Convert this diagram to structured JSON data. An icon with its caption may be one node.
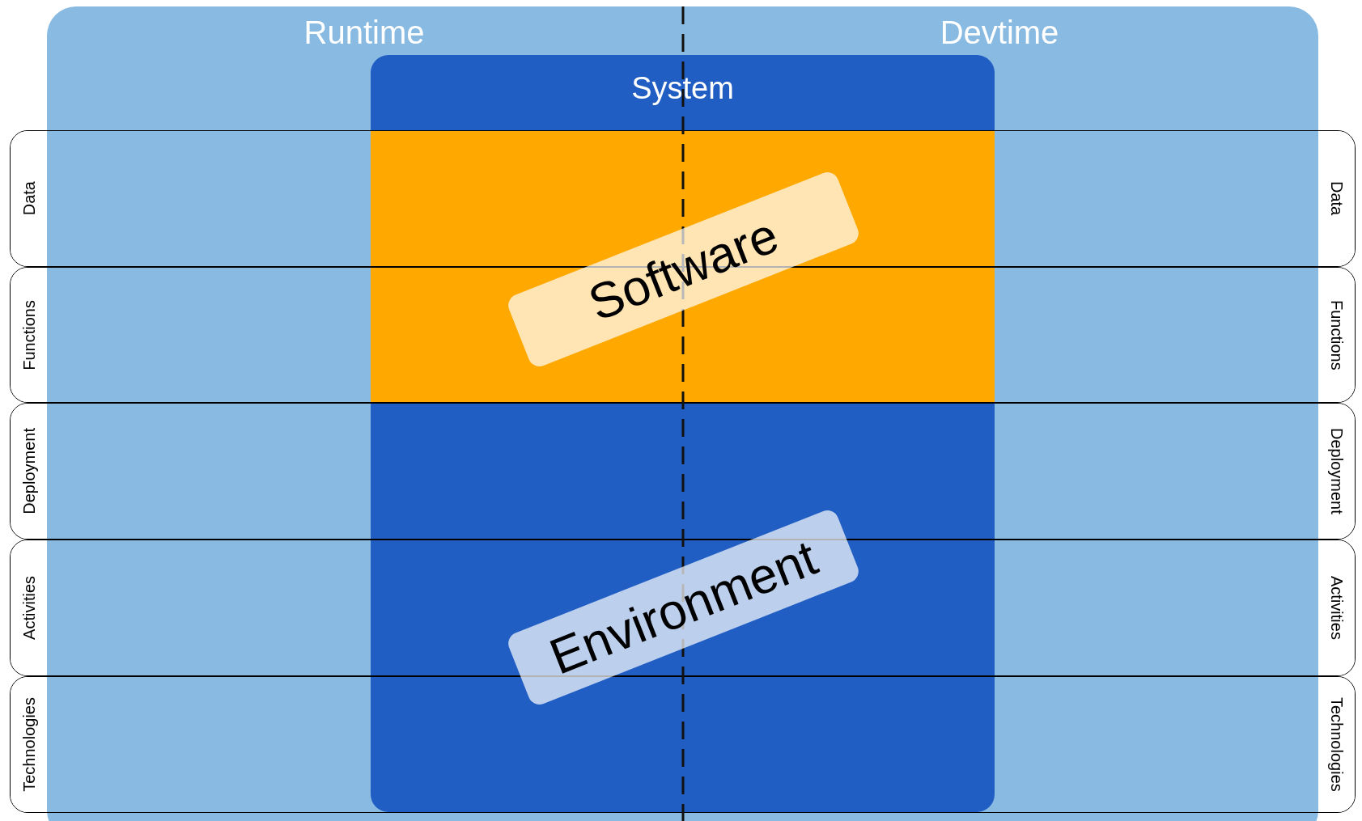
{
  "diagram": {
    "nodes": [
      {
        "text": [
          "Runtime",
          "Devtime"
        ]
      },
      {
        "text": [
          "System"
        ],
        "in": 0
      },
      {
        "text": [],
        "shape": "box",
        "in": 1
      },
      {
        "text": [
          "Software"
        ],
        "in": 2
      },
      {
        "text": [
          "Environment"
        ],
        "in": 1
      },
      {
        "text": [
          "Data",
          "Data"
        ]
      },
      {
        "text": [
          "Functions",
          "Functions"
        ]
      },
      {
        "text": [
          "Deployment",
          "Deployment"
        ]
      },
      {
        "text": [
          "Activities",
          "Activities"
        ]
      },
      {
        "text": [
          "Technologies",
          "Technologies"
        ]
      }
    ],
    "edges": []
  }
}
